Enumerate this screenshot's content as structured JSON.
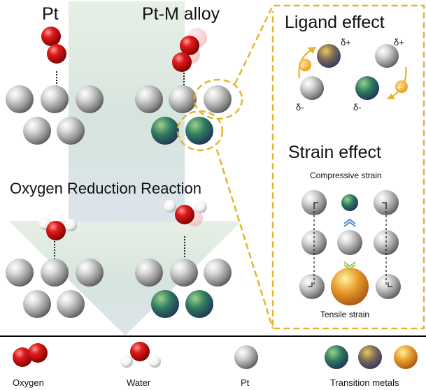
{
  "labels": {
    "pt": "Pt",
    "pt_alloy": "Pt-M alloy",
    "orr": "Oxygen Reduction Reaction",
    "ligand_effect": "Ligand effect",
    "strain_effect": "Strain effect",
    "compressive_strain": "Compressive strain",
    "tensile_strain": "Tensile strain",
    "delta_plus": "δ+",
    "delta_minus": "δ-",
    "electron": "e-"
  },
  "legend": {
    "oxygen": "Oxygen",
    "water": "Water",
    "pt": "Pt",
    "transition_metals": "Transition metals"
  },
  "colors": {
    "oxygen": "#d81414",
    "hydrogen": "#ffffff",
    "platinum": "#b5b5b5",
    "transition_metal_green": "#2f7a60",
    "transition_metal_blue_gold": "#4a4a74",
    "transition_metal_orange": "#e89a2a",
    "dashed_outline": "#e5b52b",
    "arrow_fill": "#cfe0d6",
    "strain_arrow_compressive": "#4f88c8",
    "strain_arrow_tensile": "#9ac23d",
    "baseline": "#000000"
  }
}
